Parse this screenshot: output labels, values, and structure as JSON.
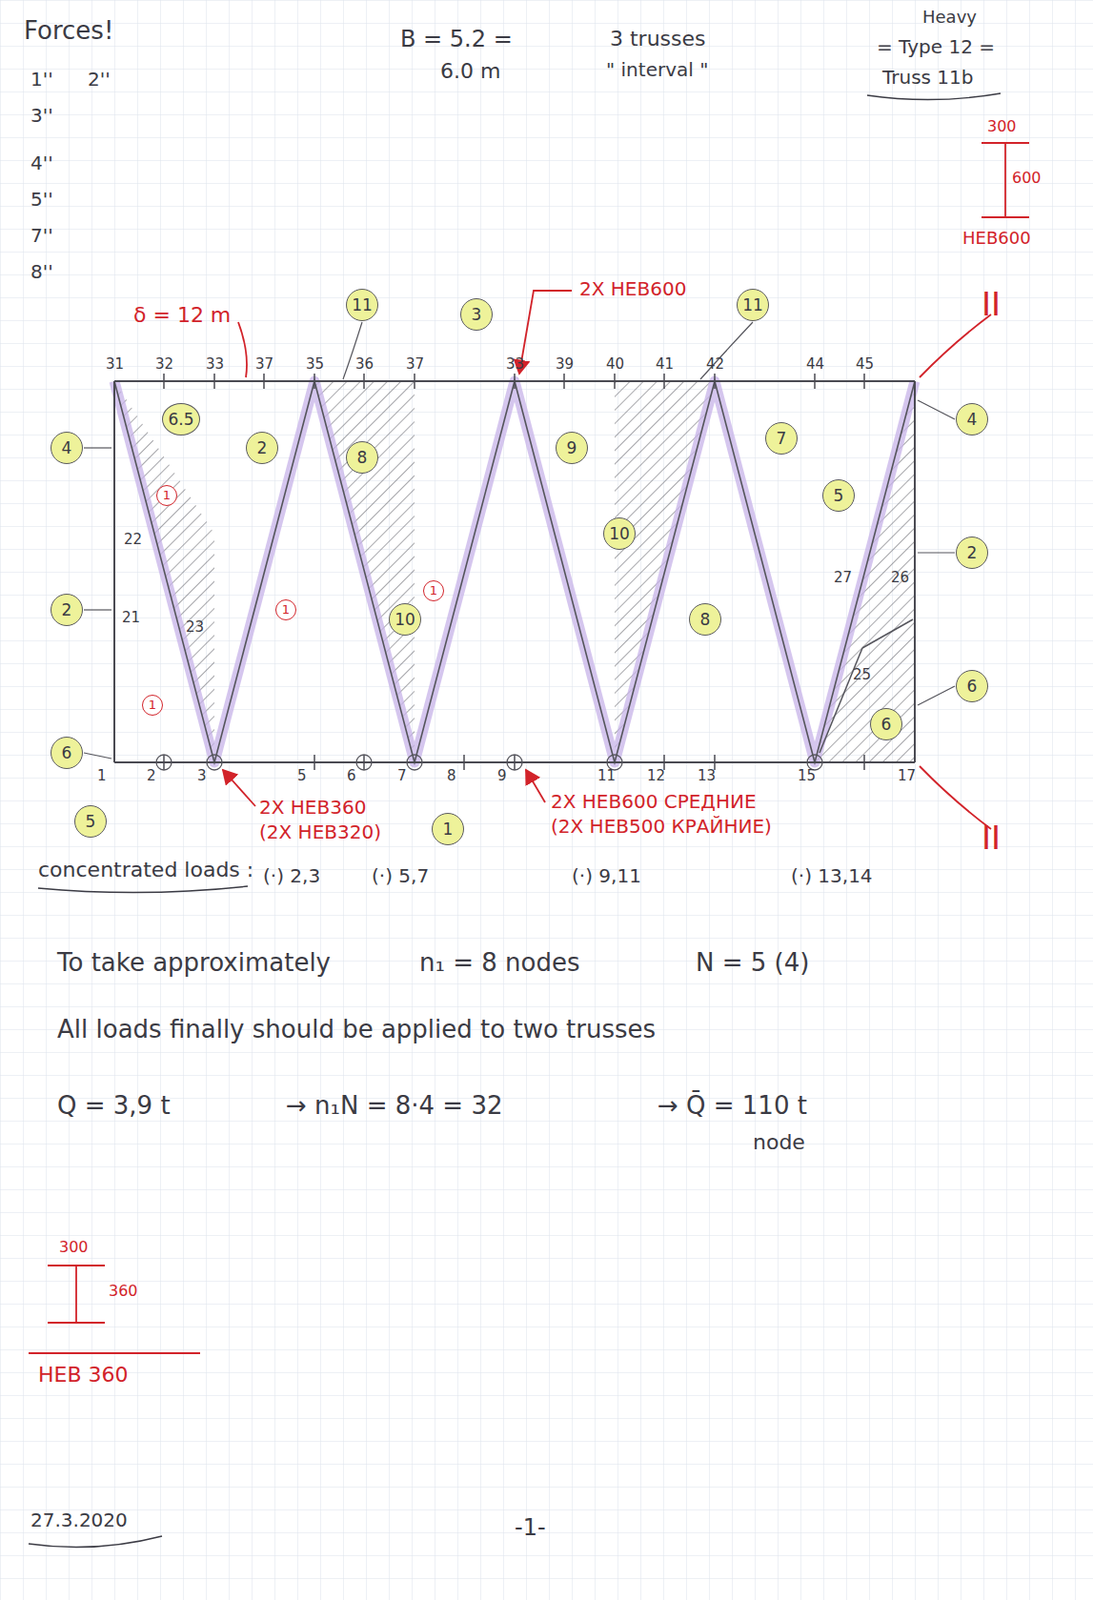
{
  "diagram": {
    "nodes": [
      {
        "text": [
          "4"
        ]
      },
      {
        "text": [
          "2"
        ]
      },
      {
        "text": [
          "6"
        ]
      },
      {
        "text": [
          "5"
        ]
      },
      {
        "text": [
          "6.5"
        ]
      },
      {
        "text": [
          "2"
        ]
      },
      {
        "text": [
          "8"
        ]
      },
      {
        "text": [
          "10"
        ]
      },
      {
        "text": [
          "11"
        ]
      },
      {
        "text": [
          "3"
        ]
      },
      {
        "text": [
          "9"
        ]
      },
      {
        "text": [
          "10"
        ]
      },
      {
        "text": [
          "11"
        ]
      },
      {
        "text": [
          "8"
        ]
      },
      {
        "text": [
          "7"
        ]
      },
      {
        "text": [
          "5"
        ]
      },
      {
        "text": [
          "6"
        ]
      },
      {
        "text": [
          "4"
        ]
      },
      {
        "text": [
          "2"
        ]
      },
      {
        "text": [
          "6"
        ]
      },
      {
        "text": [
          "1"
        ]
      },
      {
        "text": [
          "1"
        ]
      },
      {
        "text": [
          "1"
        ]
      },
      {
        "text": [
          "1"
        ]
      },
      {
        "text": [
          "1"
        ]
      }
    ],
    "labels": [
      "Forces!",
      "1''",
      "2''",
      "3''",
      "4''",
      "5''",
      "7''",
      "8''",
      "B = 5.2 =",
      "6.0 m",
      "3 trusses",
      "\" interval \"",
      "Heavy",
      "= Type 12 =",
      "Truss 11b",
      "II",
      "II",
      "300",
      "600",
      "HEB600",
      "δ = 12 m",
      "2X HEB600",
      "2X HEB360",
      "(2X HEB320)",
      "2X HEB600 СРЕДНИЕ",
      "(2X HEB500 КРАЙНИЕ)",
      "concentrated loads :",
      "(·) 2,3",
      "(·) 5,7",
      "(·) 9,11",
      "(·) 13,14",
      "To take approximately",
      "n₁ = 8 nodes",
      "N = 5 (4)",
      "All loads finally should be applied to two trusses",
      "Q = 3,9 t",
      "→ n₁N = 8·4 = 32",
      "→ Q̄ = 110 t",
      "node",
      "300",
      "360",
      "HEB 360",
      "27.3.2020",
      "-1-",
      "1",
      "2",
      "3",
      "5",
      "6",
      "7",
      "8",
      "9",
      "11",
      "12",
      "13",
      "15",
      "17",
      "31",
      "32",
      "33",
      "37",
      "35",
      "36",
      "37",
      "33",
      "39",
      "40",
      "41",
      "42",
      "44",
      "45",
      "21",
      "22",
      "23",
      "27",
      "26",
      "25"
    ]
  }
}
